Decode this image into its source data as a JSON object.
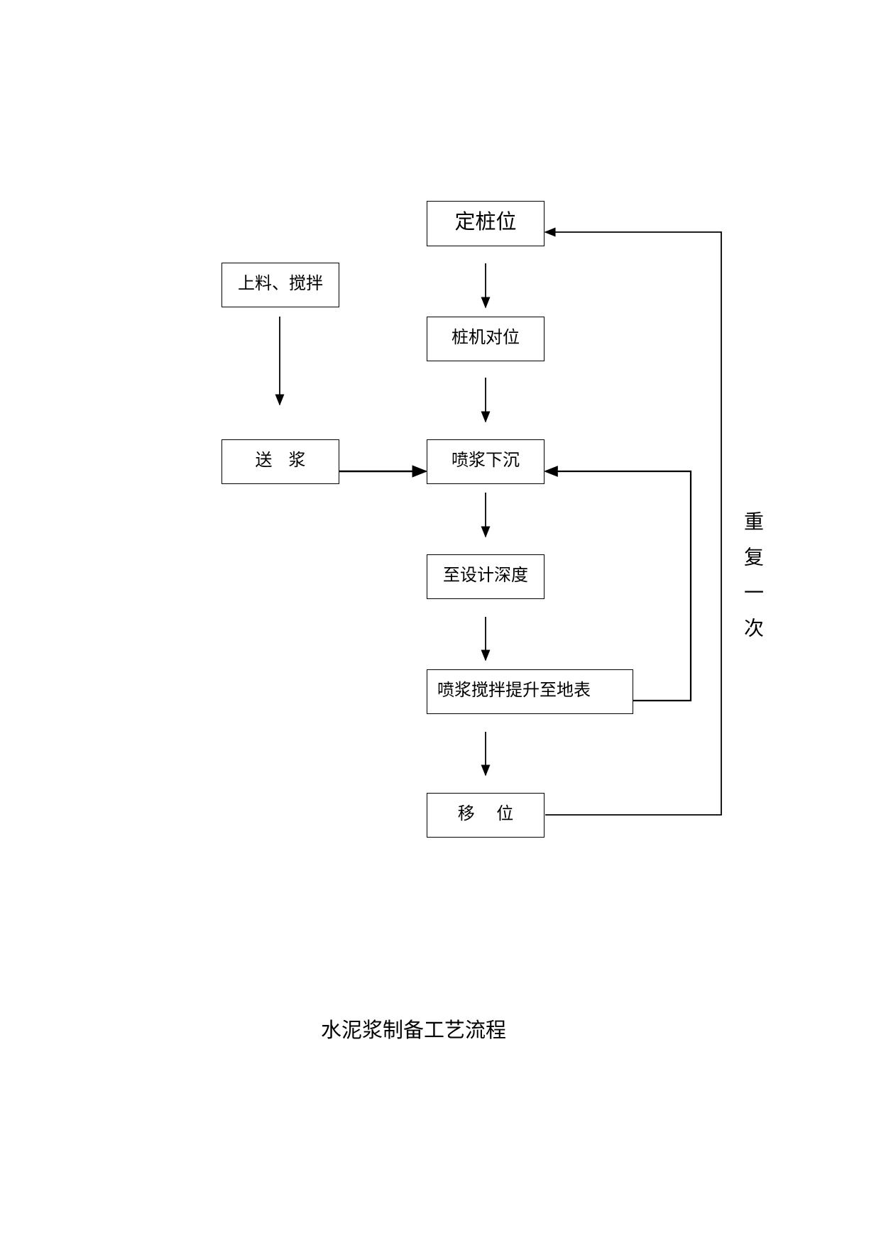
{
  "diagram": {
    "nodes": {
      "ding_zhuang_wei": "定桩位",
      "shang_liao": "上料、搅拌",
      "zhuang_ji_dui_wei": "桩机对位",
      "song_jiang": "送   浆",
      "pen_jiang_xia_chen": "喷浆下沉",
      "zhi_she_ji_shen_du": "至设计深度",
      "pen_jiang_ti_sheng": "喷浆搅拌提升至地表",
      "yi_wei": "移    位"
    },
    "loop_label": "重复一次"
  },
  "caption": "水泥浆制备工艺流程"
}
